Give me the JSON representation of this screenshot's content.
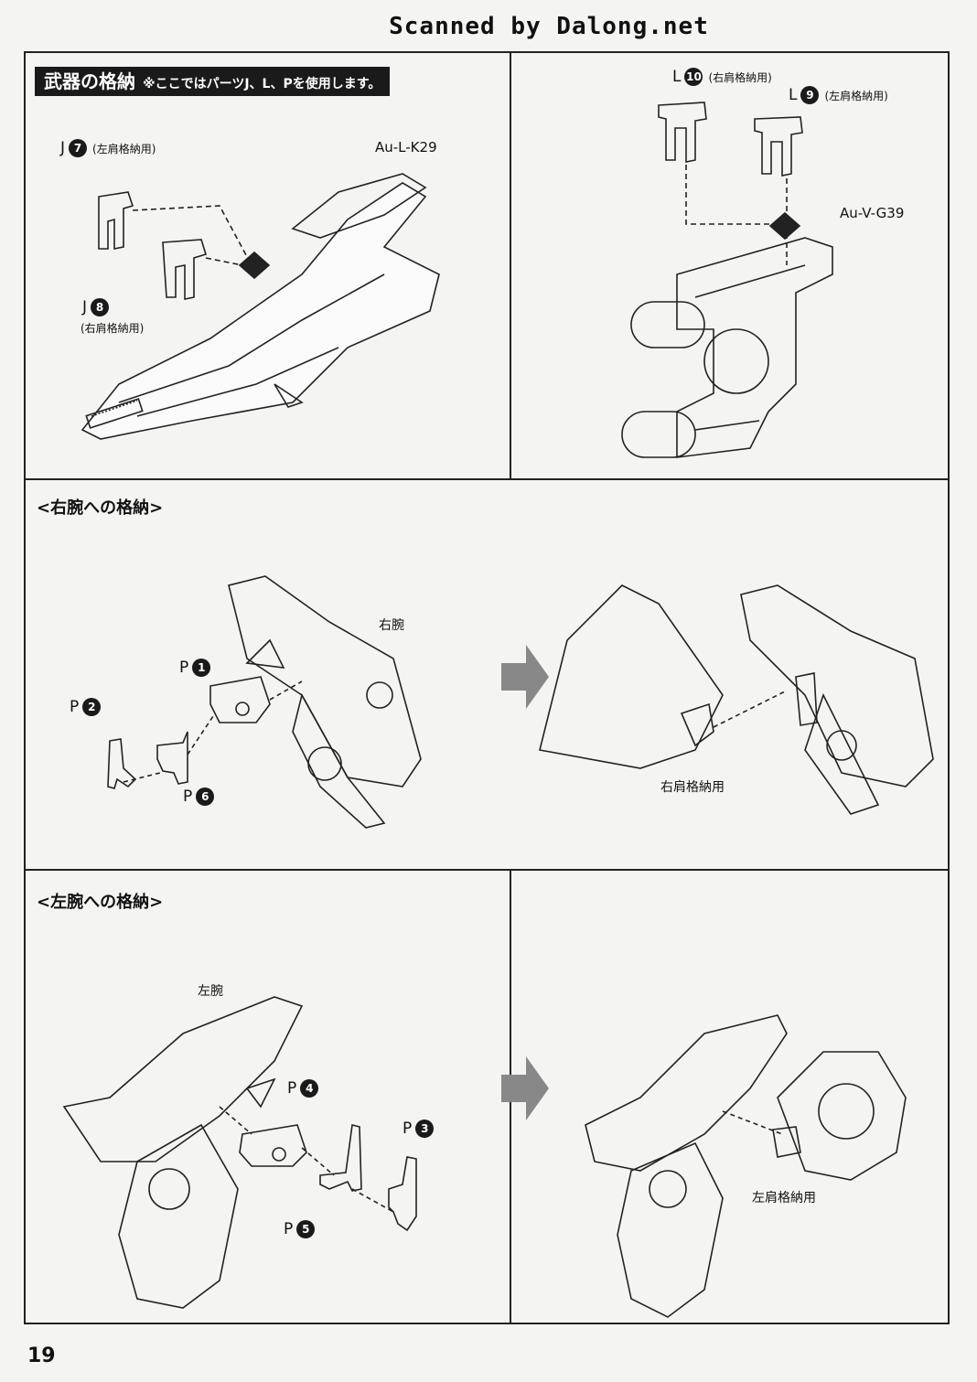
{
  "watermark": "Scanned by Dalong.net",
  "page_number": "19",
  "section1": {
    "title": "武器の格納",
    "note": "※ここではパーツJ、L、Pを使用します。"
  },
  "left_top": {
    "weapon_name": "Au-L-K29",
    "parts": [
      {
        "letter": "J",
        "number": "7",
        "use": "(左肩格納用)"
      },
      {
        "letter": "J",
        "number": "8",
        "use": "(右肩格納用)"
      }
    ]
  },
  "right_top": {
    "weapon_name": "Au-V-G39",
    "parts": [
      {
        "letter": "L",
        "number": "10",
        "use": "(右肩格納用)"
      },
      {
        "letter": "L",
        "number": "9",
        "use": "(左肩格納用)"
      }
    ]
  },
  "section2": {
    "title": "<右腕への格納>",
    "arm_label": "右腕",
    "parts": [
      {
        "letter": "P",
        "number": "1"
      },
      {
        "letter": "P",
        "number": "2"
      },
      {
        "letter": "P",
        "number": "6"
      }
    ],
    "result_label": "右肩格納用"
  },
  "section3": {
    "title": "<左腕への格納>",
    "arm_label": "左腕",
    "parts": [
      {
        "letter": "P",
        "number": "4"
      },
      {
        "letter": "P",
        "number": "3"
      },
      {
        "letter": "P",
        "number": "5"
      }
    ],
    "result_label": "左肩格納用"
  }
}
